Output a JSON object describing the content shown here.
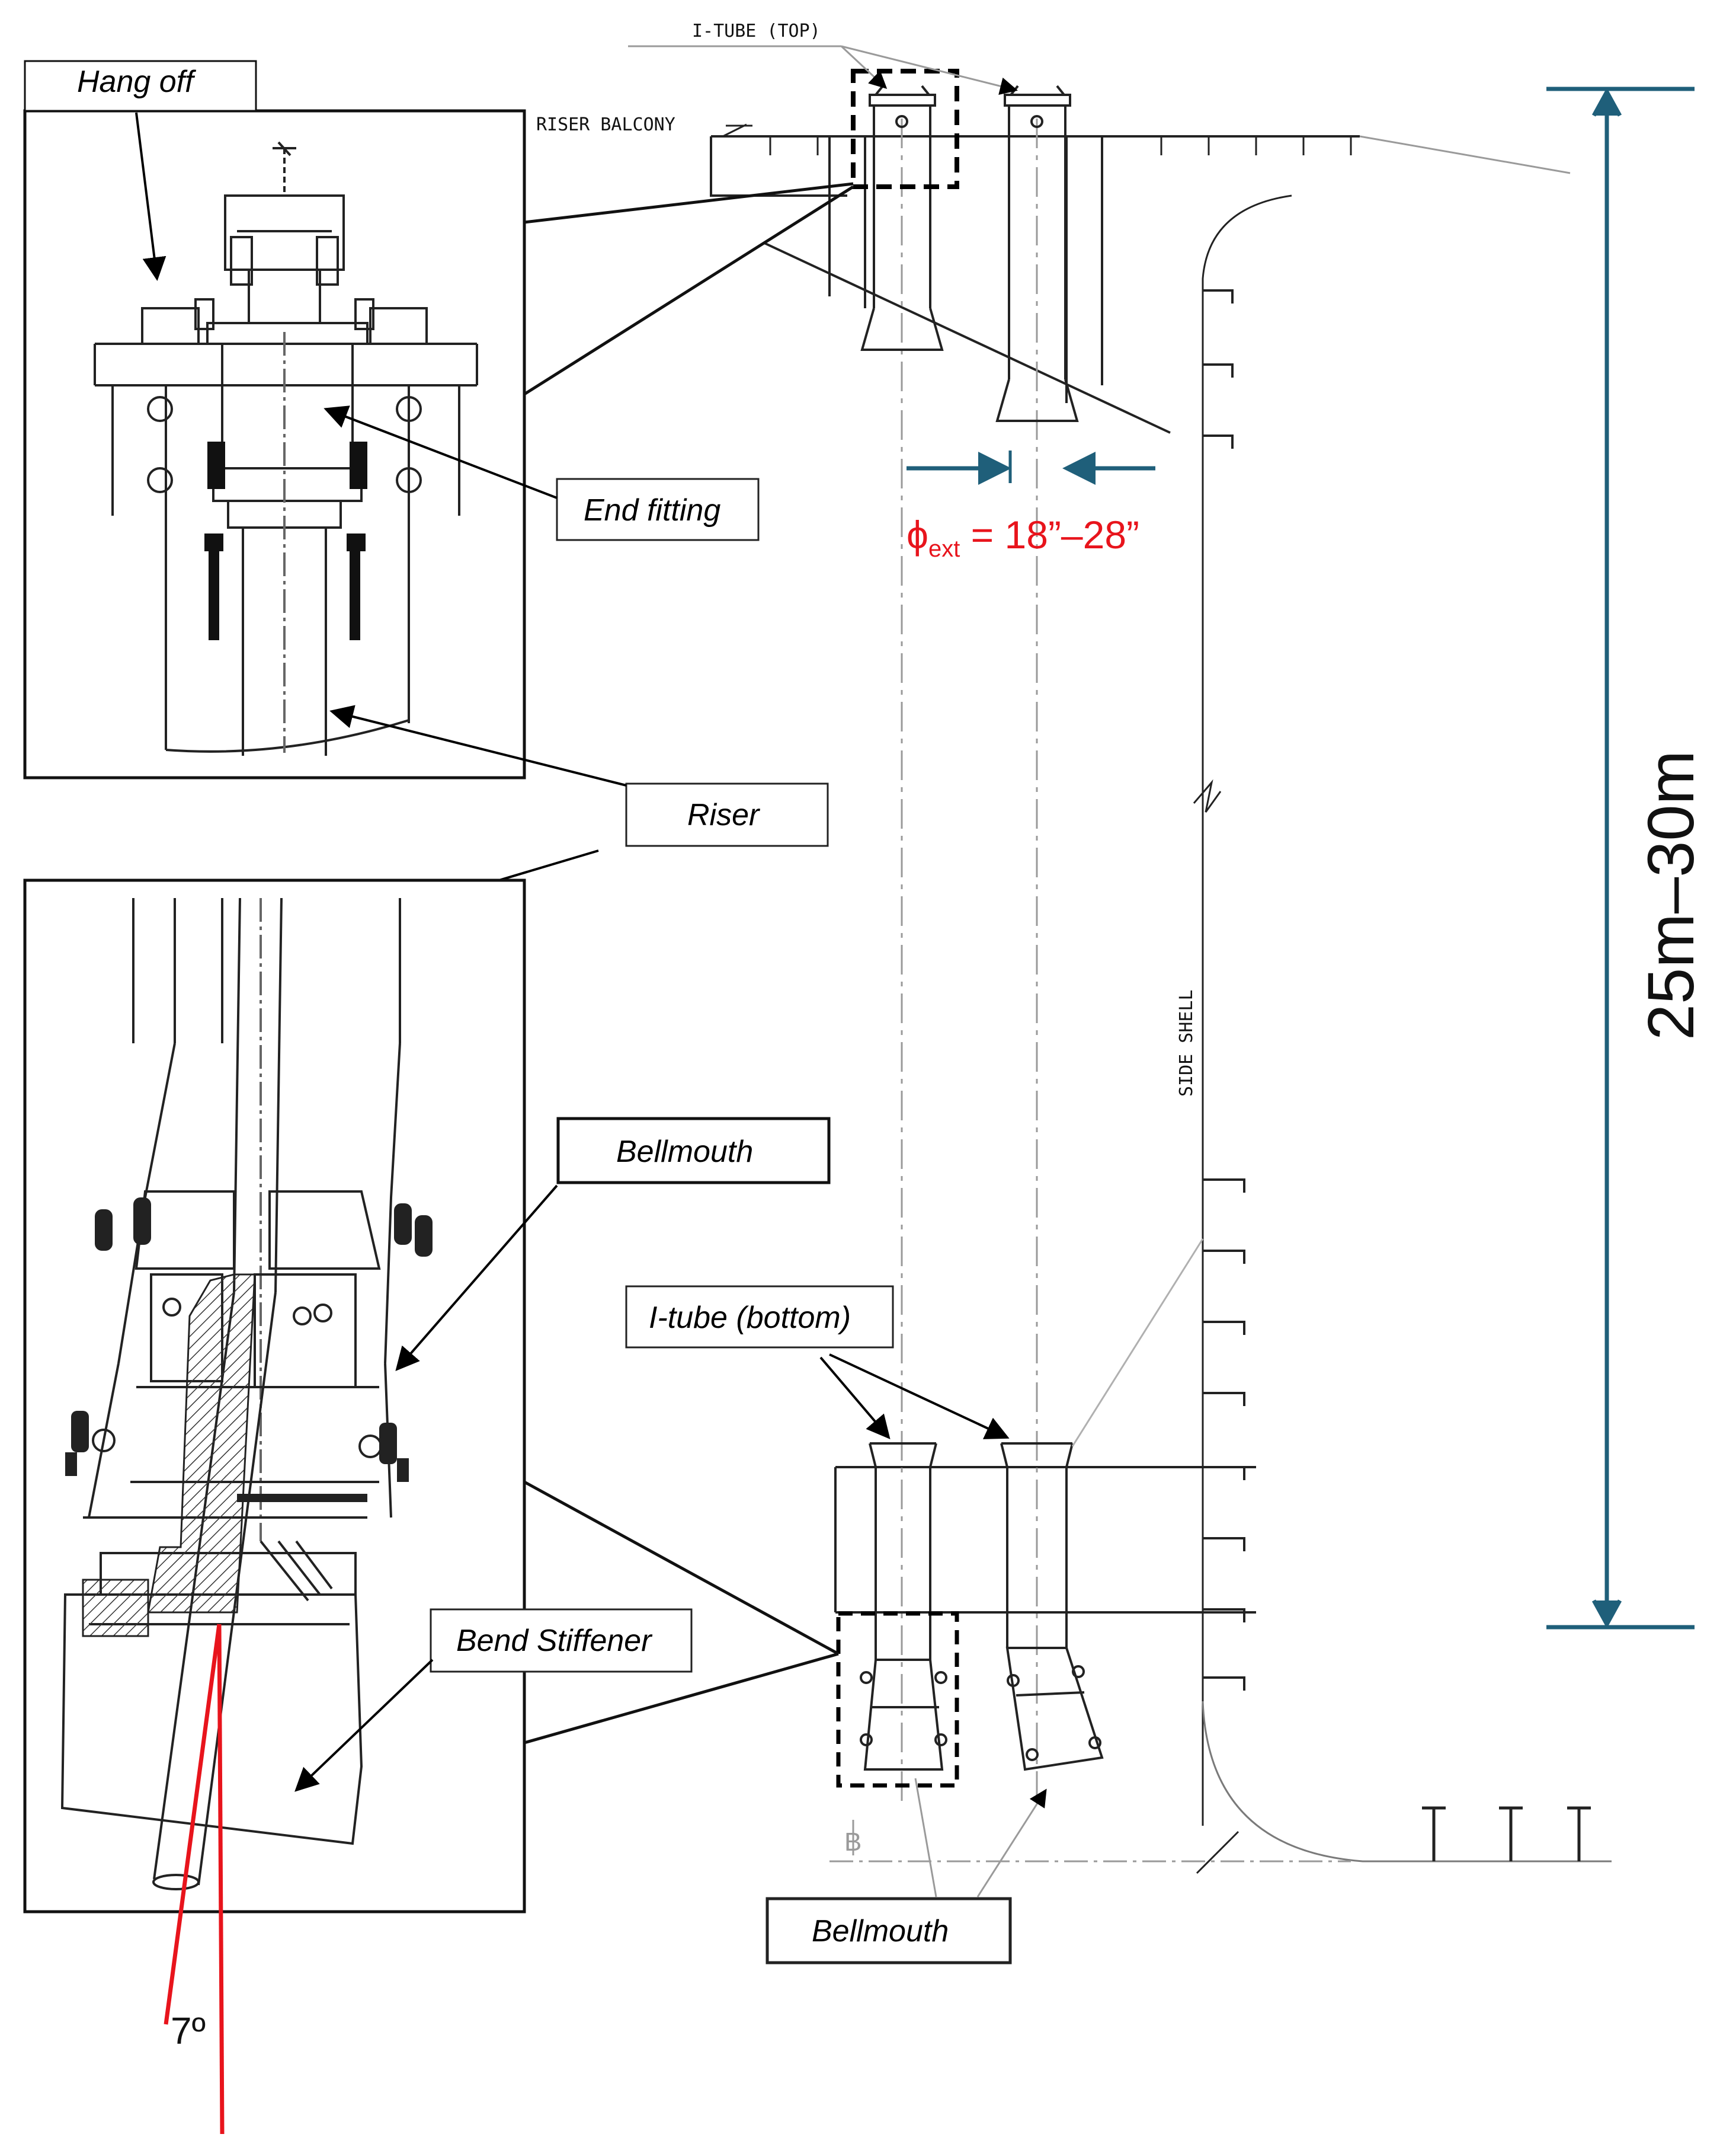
{
  "labels": {
    "hang_off": "Hang off",
    "end_fitting": "End fitting",
    "riser": "Riser",
    "bellmouth_detail": "Bellmouth",
    "i_tube_bottom": "I-tube (bottom)",
    "bend_stiffener": "Bend Stiffener",
    "bellmouth_bottom": "Bellmouth",
    "i_tube_top": "I-TUBE (TOP)",
    "riser_balcony": "RISER BALCONY",
    "side_shell": "SIDE SHELL",
    "diameter_symbol": "ϕ",
    "diameter_subscript": "ext",
    "diameter_range": " = 18”–28”",
    "height_range": "25m–30m",
    "angle": "7º",
    "baseline_mark": "B"
  },
  "colors": {
    "dimension_blue": "#1f5f7a",
    "annotation_red": "#e8141c",
    "drawing_line": "#222222",
    "light_line": "#8a8a8a"
  }
}
